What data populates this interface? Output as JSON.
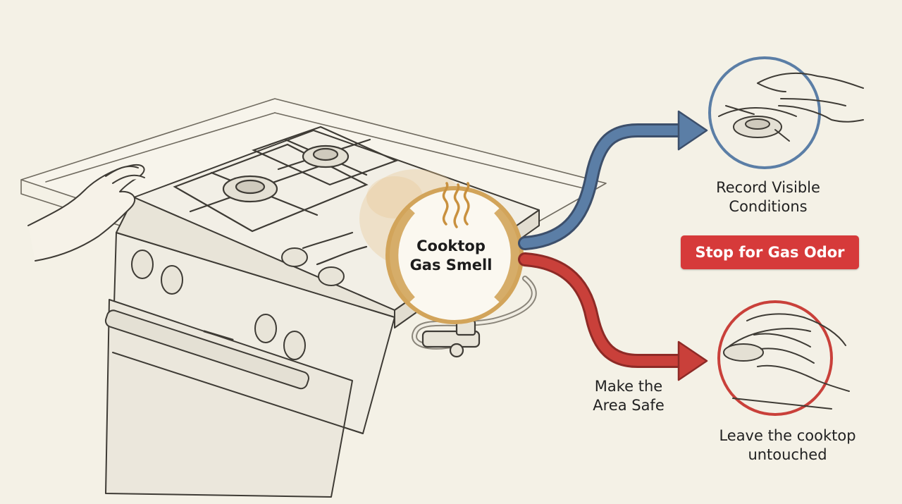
{
  "center": {
    "line1": "Cooktop",
    "line2": "Gas Smell",
    "ring_color": "#d2a45a"
  },
  "top_step": {
    "line1": "Record Visible",
    "line2": "Conditions",
    "arrow_color": "#5b7ea6",
    "icon": "hand-over-burner-icon"
  },
  "badge": {
    "text": "Stop for Gas Odor",
    "color": "#d63a3a"
  },
  "bottom_step": {
    "arrow_label_line1": "Make the",
    "arrow_label_line2": "Area Safe",
    "line1": "Leave the cooktop",
    "line2": "untouched",
    "arrow_color": "#c9403a",
    "icon": "hand-on-burner-icon"
  },
  "illustration": {
    "background": "#f4f1e6",
    "icon": "stove-sketch-icon"
  }
}
